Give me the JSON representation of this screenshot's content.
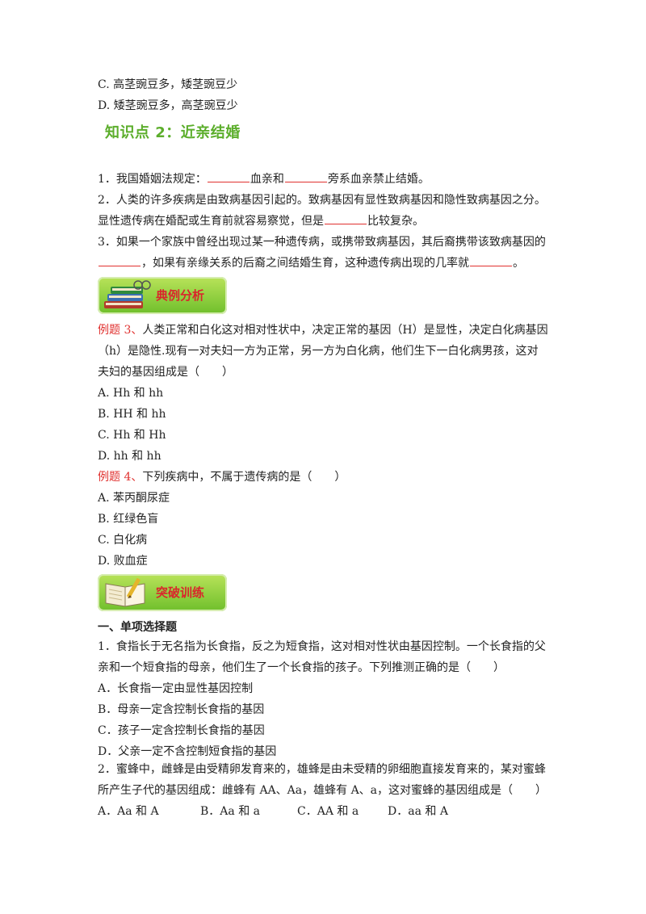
{
  "top_options": {
    "c": "C. 高茎豌豆多，矮茎豌豆少",
    "d": "D. 矮茎豌豆多，高茎豌豆少"
  },
  "knowledge_point": {
    "title": "知识点 2：近亲结婚",
    "q1": {
      "num": "1．我国婚姻法规定：",
      "mid": "血亲和",
      "end": "旁系血亲禁止结婚。"
    },
    "q2": {
      "line1": "2．人类的许多疾病是由致病基因引起的。致病基因有显性致病基因和隐性致病基因之分。",
      "line2_start": "显性遗传病在婚配或生育前就容易察觉，但是",
      "line2_end": "比较复杂。"
    },
    "q3": {
      "line1": "3．如果一个家族中曾经出现过某一种遗传病，或携带致病基因，其后裔携带该致病基因的",
      "line2_mid": "，如果有亲缘关系的后裔之间结婚生育，这种遗传病出现的几率就",
      "line2_end": "。"
    }
  },
  "example_badge": {
    "label": "典例分析",
    "icon": "books-icon"
  },
  "example3": {
    "tag": "例题 3、",
    "line1": "人类正常和白化这对相对性状中，决定正常的基因（H）是显性，决定白化病基因",
    "line2": "（h）是隐性.现有一对夫妇一方为正常，另一方为白化病，他们生下一白化病男孩，这对",
    "line3": "夫妇的基因组成是（　　）",
    "options": [
      "A. Hh 和 hh",
      "B. HH 和 hh",
      "C. Hh 和 Hh",
      "D. hh 和 hh"
    ]
  },
  "example4": {
    "tag": "例题 4、",
    "text": "下列疾病中，不属于遗传病的是（　　）",
    "options": [
      "A. 苯丙酮尿症",
      "B. 红绿色盲",
      "C. 白化病",
      "D. 败血症"
    ]
  },
  "practice_badge": {
    "label": "突破训练",
    "icon": "notebook-pen-icon"
  },
  "section_title": "一、单项选择题",
  "practice_q1": {
    "line1": "1．食指长于无名指为长食指，反之为短食指，这对相对性状由基因控制。一个长食指的父",
    "line2": "亲和一个短食指的母亲，他们生了一个长食指的孩子。下列推测正确的是（　　）",
    "options": [
      "A．长食指一定由显性基因控制",
      "B．母亲一定含控制长食指的基因",
      "C．孩子一定含控制长食指的基因",
      "D．父亲一定不含控制短食指的基因"
    ]
  },
  "practice_q2": {
    "line1": "2．蜜蜂中，雌蜂是由受精卵发育来的，雄蜂是由未受精的卵细胞直接发育来的，某对蜜蜂",
    "line2": "所产生子代的基因组成：雌蜂有 AA、Aa，雄蜂有 A、a，这对蜜蜂的基因组成是（　　）",
    "options": [
      "A．Aa 和 A",
      "B．Aa 和 a",
      "C．AA 和 a",
      "D．aa 和 A"
    ]
  },
  "colors": {
    "heading_green": "#5cae2c",
    "example_red": "#e0312f",
    "badge_green": "#8fd13a"
  }
}
